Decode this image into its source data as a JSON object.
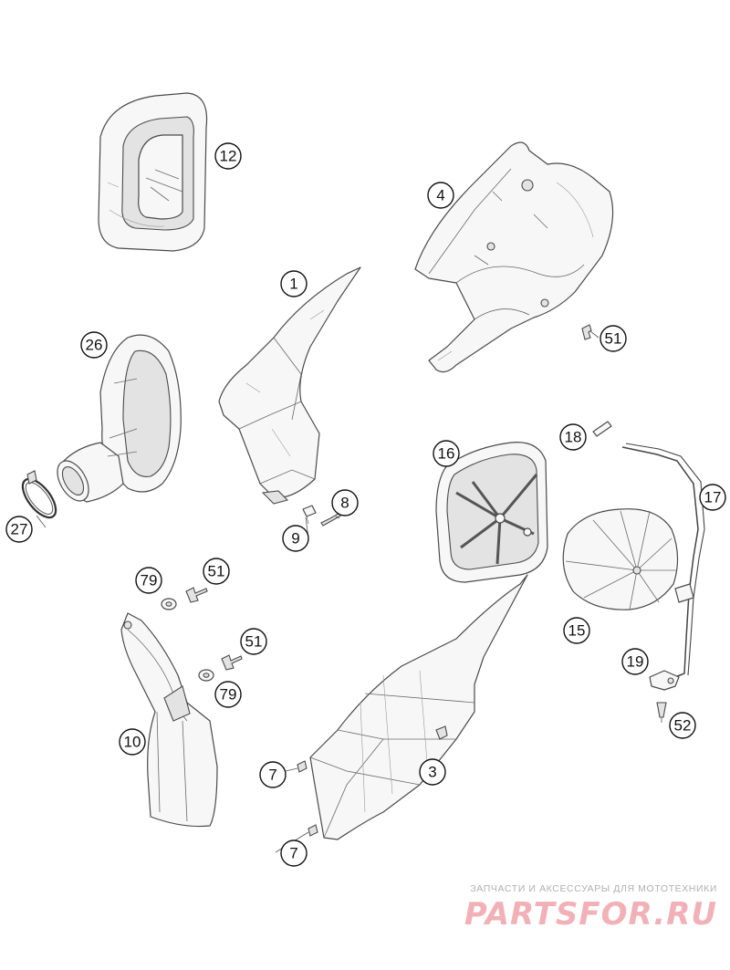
{
  "diagram": {
    "callouts": [
      {
        "label": "12"
      },
      {
        "label": "4"
      },
      {
        "label": "1"
      },
      {
        "label": "26"
      },
      {
        "label": "51"
      },
      {
        "label": "16"
      },
      {
        "label": "18"
      },
      {
        "label": "17"
      },
      {
        "label": "8"
      },
      {
        "label": "9"
      },
      {
        "label": "27"
      },
      {
        "label": "79"
      },
      {
        "label": "51"
      },
      {
        "label": "15"
      },
      {
        "label": "51"
      },
      {
        "label": "79"
      },
      {
        "label": "19"
      },
      {
        "label": "52"
      },
      {
        "label": "10"
      },
      {
        "label": "7"
      },
      {
        "label": "3"
      },
      {
        "label": "7"
      }
    ]
  },
  "watermark": {
    "caption": "ЗАПЧАСТИ И АКСЕССУАРЫ ДЛЯ МОТОТЕХНИКИ",
    "logo": "PARTSFOR.RU",
    "color": "#f2b0b7"
  }
}
